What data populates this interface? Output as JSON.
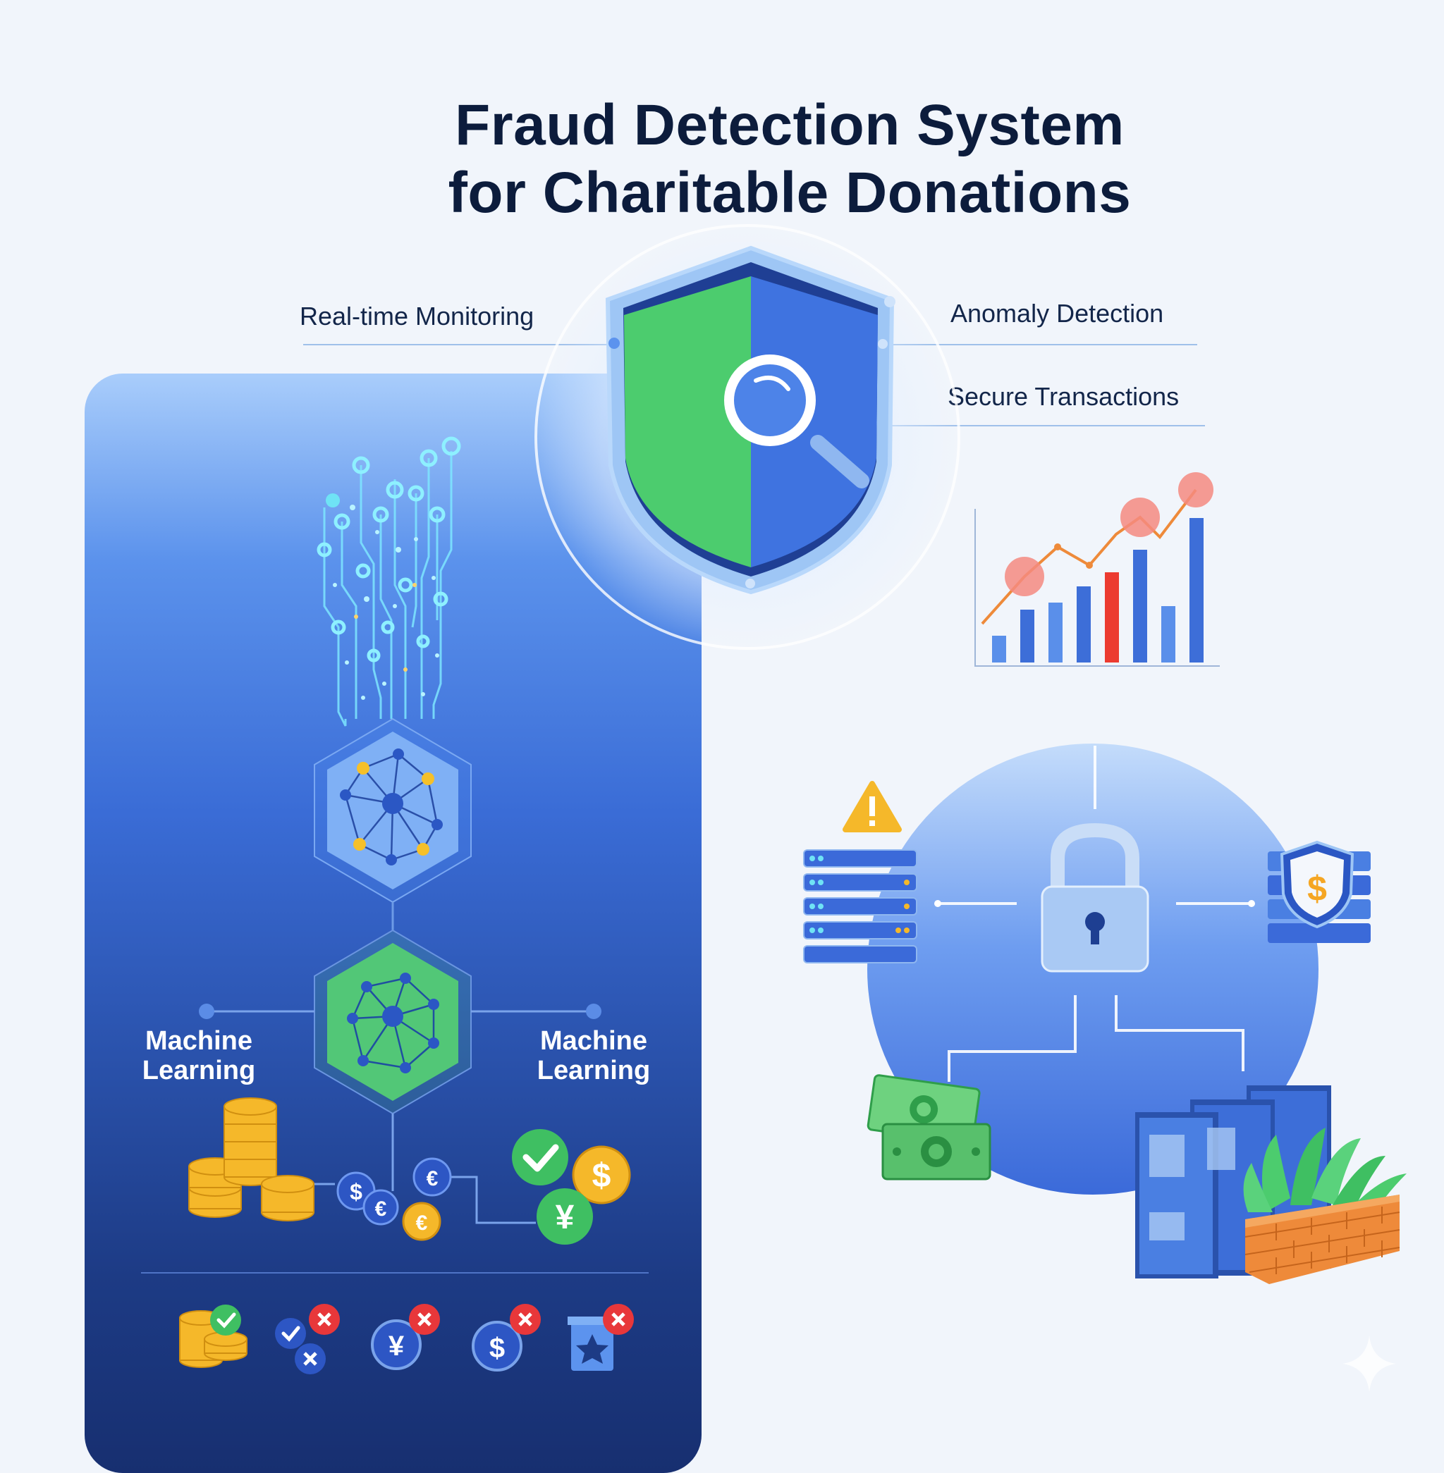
{
  "title": {
    "line1": "Fraud Detection System",
    "line2": "for Charitable Donations"
  },
  "features": {
    "realtime": "Real-time Monitoring",
    "anomaly": "Anomaly Detection",
    "secure": "Secure Transactions"
  },
  "left_panel": {
    "ml_left": "Machine Learning",
    "ml_right": "Machine Learning"
  },
  "currency_symbols": {
    "dollar": "$",
    "euro": "€",
    "yen": "¥"
  },
  "colors": {
    "panel_top": "#a9cdfb",
    "panel_bottom": "#172f70",
    "shield_green": "#4ccc6e",
    "shield_blue": "#3f73e0",
    "accent_red": "#ec3b30",
    "coin_gold": "#f5b82a",
    "brick_orange": "#ee8a3a"
  },
  "icons": [
    "shield-icon",
    "magnifier-icon",
    "bar-chart-icon",
    "neural-network-icon",
    "lock-icon",
    "server-icon",
    "warning-icon",
    "money-icon",
    "firewall-icon",
    "coins-icon",
    "check-icon",
    "cross-icon"
  ]
}
